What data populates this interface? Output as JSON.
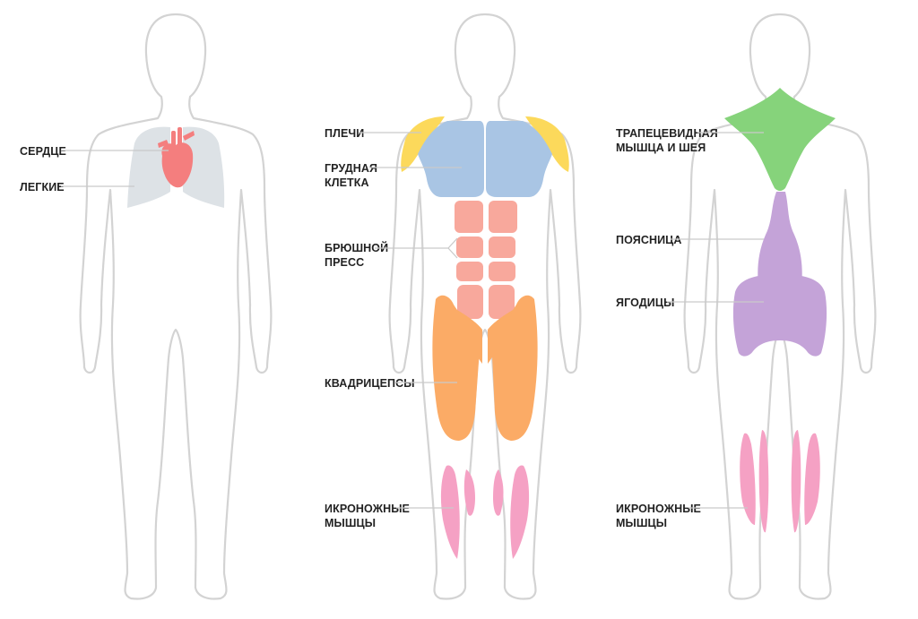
{
  "figures": {
    "organs": {
      "labels": [
        {
          "id": "heart",
          "text": "СЕРДЦЕ",
          "color": "#f47e7e"
        },
        {
          "id": "lungs",
          "text": "ЛЕГКИЕ",
          "color": "#dde2e6"
        }
      ]
    },
    "front_muscles": {
      "labels": [
        {
          "id": "shoulders",
          "lines": [
            "ПЛЕЧИ"
          ],
          "color": "#fcd95b"
        },
        {
          "id": "chest",
          "lines": [
            "ГРУДНАЯ",
            "КЛЕТКА"
          ],
          "color": "#a9c5e4"
        },
        {
          "id": "abs",
          "lines": [
            "БРЮШНОЙ",
            "ПРЕСС"
          ],
          "color": "#f8a89c"
        },
        {
          "id": "quads",
          "lines": [
            "КВАДРИЦЕПСЫ"
          ],
          "color": "#fbab66"
        },
        {
          "id": "calves",
          "lines": [
            "ИКРОНОЖНЫЕ",
            "МЫШЦЫ"
          ],
          "color": "#f5a1c4"
        }
      ]
    },
    "back_muscles": {
      "labels": [
        {
          "id": "traps",
          "lines": [
            "ТРАПЕЦЕВИДНАЯ",
            "МЫШЦА И ШЕЯ"
          ],
          "color": "#86d37b"
        },
        {
          "id": "lower_back",
          "lines": [
            "ПОЯСНИЦА"
          ],
          "color": "#c4a3d8"
        },
        {
          "id": "glutes",
          "lines": [
            "ЯГОДИЦЫ"
          ],
          "color": "#c4a3d8"
        },
        {
          "id": "calves",
          "lines": [
            "ИКРОНОЖНЫЕ",
            "МЫШЦЫ"
          ],
          "color": "#f5a1c4"
        }
      ]
    }
  },
  "outline_color": "#d3d3d3",
  "leader_color": "#c9c9c9"
}
